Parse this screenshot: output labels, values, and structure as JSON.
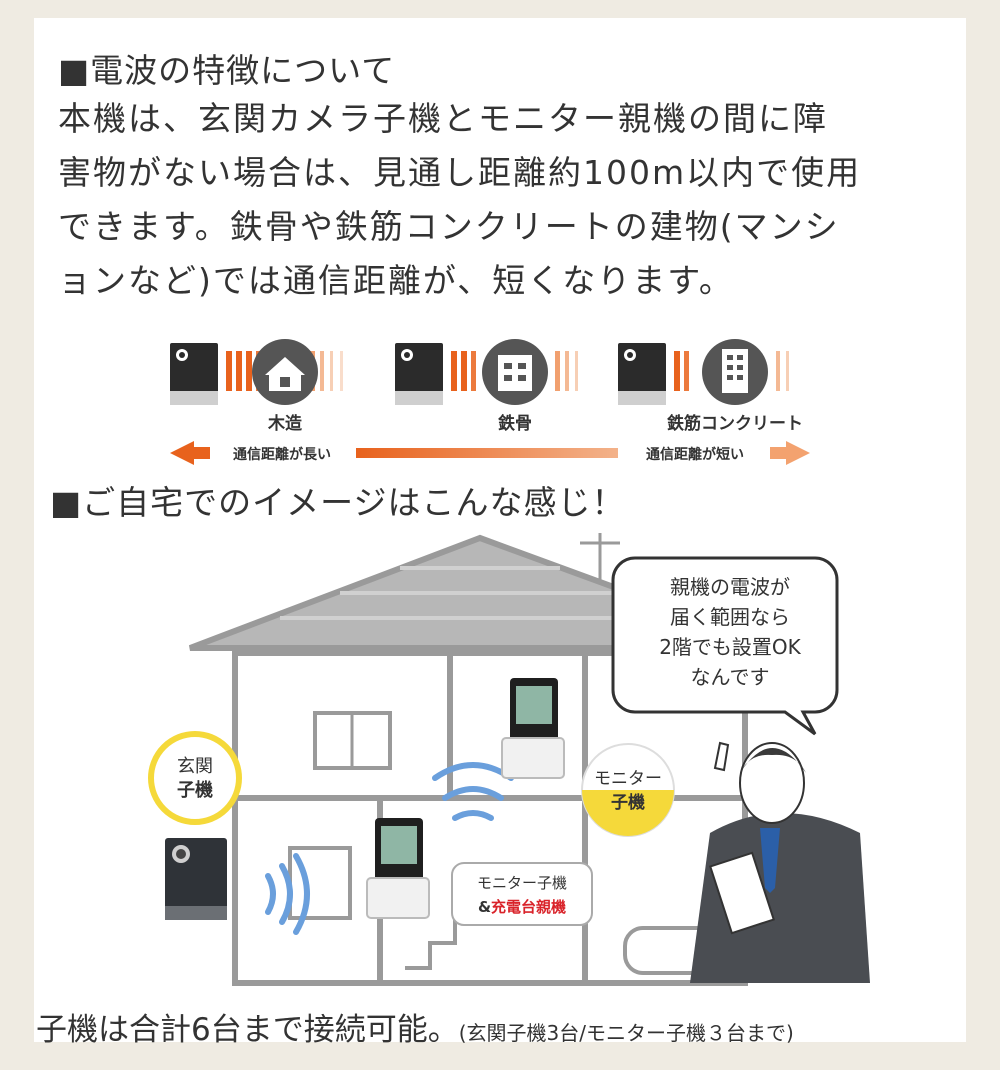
{
  "section1": {
    "heading": "■電波の特徴について",
    "lines": [
      "本機は、玄関カメラ子機とモニター親機の間に障",
      "害物がない場合は、見通し距離約100m以内で使用",
      "できます。鉄骨や鉄筋コンクリートの建物(マンシ",
      "ョンなど)では通信距離が、短くなります。"
    ]
  },
  "range_diagram": {
    "labels": [
      "木造",
      "鉄骨",
      "鉄筋コンクリート"
    ],
    "long_label": "通信距離が長い",
    "short_label": "通信距離が短い"
  },
  "section2": {
    "heading": "■ご自宅でのイメージはこんな感じ！"
  },
  "illustration": {
    "speech": [
      "親機の電波が",
      "届く範囲なら",
      "2階でも設置OK",
      "なんです"
    ],
    "entrance_label": [
      "玄関",
      "子機"
    ],
    "monitor_label": [
      "モニター",
      "子機"
    ],
    "combo_label_1": "モニター子機",
    "combo_label_2_prefix": "&",
    "combo_label_2_red": "充電台親機"
  },
  "footer": {
    "main": "子機は合計6台まで接続可能。",
    "note": "(玄関子機3台/モニター子機３台まで)"
  },
  "colors": {
    "orange": "#e8621d",
    "accent_red": "#d9232a",
    "yellow": "#f5d93a",
    "wave_blue": "#6a9fdc"
  }
}
